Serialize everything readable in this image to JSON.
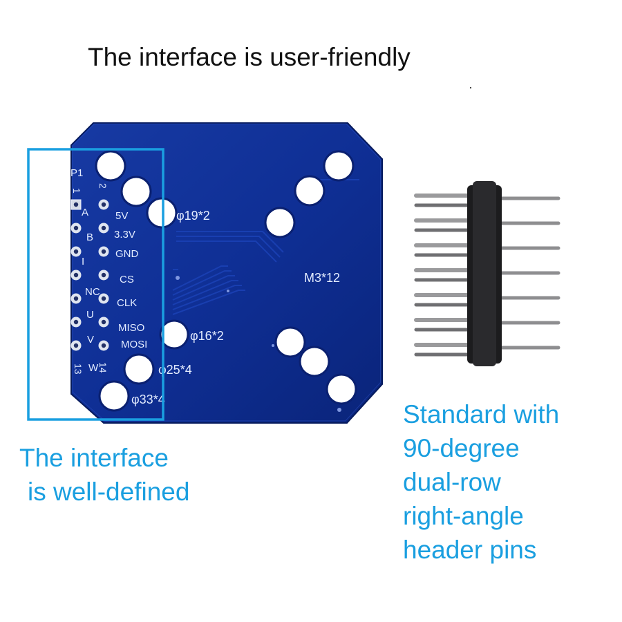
{
  "headline": "The interface is user-friendly",
  "left_caption": [
    "The interface",
    "is well-defined"
  ],
  "right_caption": [
    "Standard with",
    "90-degree",
    "dual-row",
    "right-angle",
    "header pins"
  ],
  "board": {
    "designator": "P1",
    "pin_numbers": {
      "top_left": "1",
      "top_right": "2",
      "bottom_left": "13",
      "bottom_right": "14"
    },
    "left_labels": [
      "A",
      "B",
      "I",
      "NC",
      "U",
      "V",
      "W"
    ],
    "right_labels": [
      "5V",
      "3.3V",
      "GND",
      "CS",
      "CLK",
      "MISO",
      "MOSI"
    ],
    "hole_labels": [
      "φ19*2",
      "φ16*2",
      "φ25*4",
      "φ33*4",
      "M3*12"
    ]
  },
  "colors": {
    "pcb": "#0d2a8c",
    "highlight_box": "#1a9fe0",
    "caption": "#1a9fe0",
    "silkscreen": "#e3ecff"
  }
}
